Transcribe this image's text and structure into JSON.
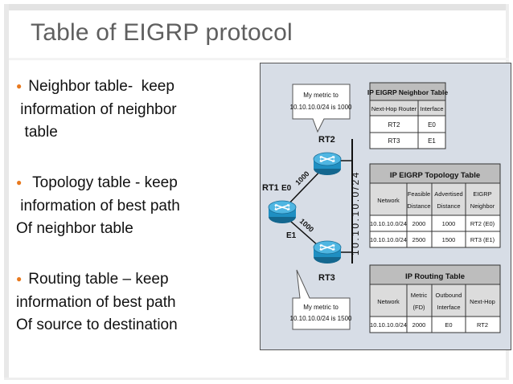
{
  "slide": {
    "title": "Table of EIGRP protocol",
    "bullets": [
      {
        "lines": [
          "Neighbor table-  keep",
          " information of neighbor",
          "  table"
        ]
      },
      {
        "lines": [
          " Topology table - keep",
          " information of best path",
          "Of neighbor table"
        ]
      },
      {
        "lines": [
          "Routing table – keep",
          "information of best path",
          "Of source to destination"
        ]
      }
    ]
  },
  "diagram": {
    "network_label": "10.10.10.0/24",
    "routers": {
      "rt1": {
        "label": "RT1",
        "if_e0": "E0",
        "if_e1": "E1"
      },
      "rt2": {
        "label": "RT2"
      },
      "rt3": {
        "label": "RT3"
      }
    },
    "links": {
      "rt1_rt2_metric": "1000",
      "rt1_rt3_metric": "1000"
    },
    "callouts": {
      "rt2": [
        "My metric to",
        "10.10.10.0/24 is 1000"
      ],
      "rt3": [
        "My metric to",
        "10.10.10.0/24 is 1500"
      ]
    },
    "neighbor_table": {
      "title": "IP EIGRP Neighbor Table",
      "headers": [
        "Next-Hop Router",
        "Interface"
      ],
      "rows": [
        [
          "RT2",
          "E0"
        ],
        [
          "RT3",
          "E1"
        ]
      ]
    },
    "topology_table": {
      "title": "IP EIGRP Topology Table",
      "headers": [
        [
          "Network"
        ],
        [
          "Feasible",
          "Distance"
        ],
        [
          "Advertised",
          "Distance"
        ],
        [
          "EIGRP",
          "Neighbor"
        ]
      ],
      "rows": [
        [
          "10.10.10.0/24",
          "2000",
          "1000",
          "RT2 (E0)"
        ],
        [
          "10.10.10.0/24",
          "2500",
          "1500",
          "RT3 (E1)"
        ]
      ]
    },
    "routing_table": {
      "title": "IP Routing Table",
      "headers": [
        [
          "Network"
        ],
        [
          "Metric",
          "(FD)"
        ],
        [
          "Outbound",
          "Interface"
        ],
        [
          "Next-Hop"
        ]
      ],
      "rows": [
        [
          "10.10.10.0/24",
          "2000",
          "E0",
          "RT2"
        ]
      ]
    },
    "colors": {
      "router": "#1f8fc2",
      "header": "#c9c9c9",
      "title_bar": "#bdbdbd",
      "panel": "#d7dde6"
    }
  }
}
